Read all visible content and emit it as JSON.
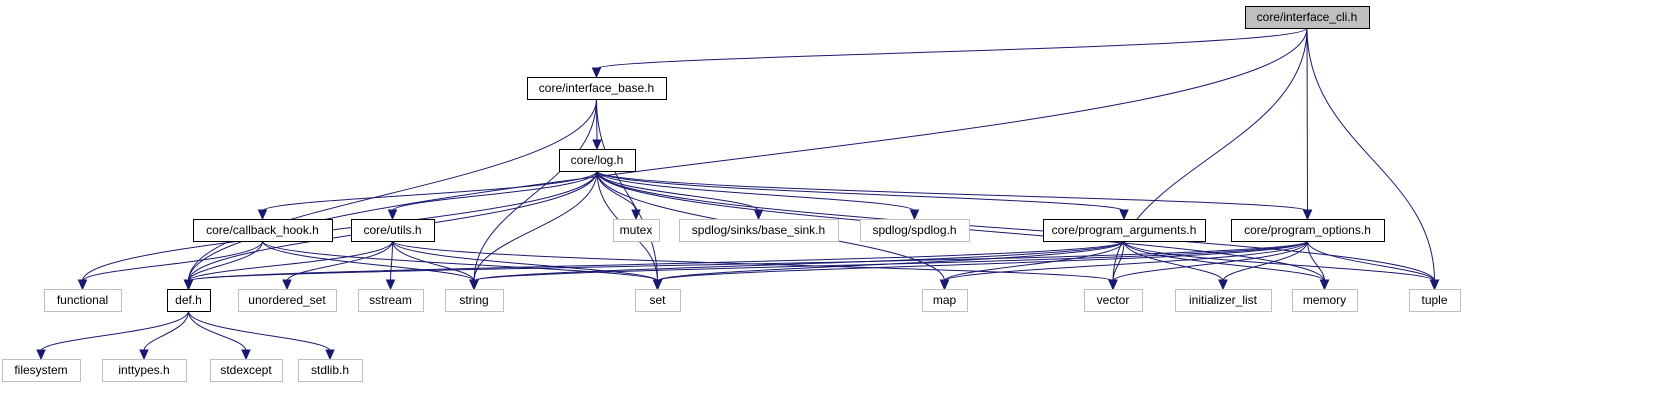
{
  "graph": {
    "nodes": [
      {
        "id": "interface_cli",
        "label": "core/interface_cli.h",
        "style": "root",
        "interactable": false
      },
      {
        "id": "interface_base",
        "label": "core/interface_base.h",
        "style": "local",
        "interactable": true
      },
      {
        "id": "log",
        "label": "core/log.h",
        "style": "local",
        "interactable": true
      },
      {
        "id": "callback_hook",
        "label": "core/callback_hook.h",
        "style": "local",
        "interactable": true
      },
      {
        "id": "utils",
        "label": "core/utils.h",
        "style": "local",
        "interactable": true
      },
      {
        "id": "mutex",
        "label": "mutex",
        "style": "external",
        "interactable": false
      },
      {
        "id": "base_sink",
        "label": "spdlog/sinks/base_sink.h",
        "style": "external",
        "interactable": false
      },
      {
        "id": "spdlog",
        "label": "spdlog/spdlog.h",
        "style": "external",
        "interactable": false
      },
      {
        "id": "program_arguments",
        "label": "core/program_arguments.h",
        "style": "local",
        "interactable": true
      },
      {
        "id": "program_options",
        "label": "core/program_options.h",
        "style": "local",
        "interactable": true
      },
      {
        "id": "functional",
        "label": "functional",
        "style": "external",
        "interactable": false
      },
      {
        "id": "def",
        "label": "def.h",
        "style": "local",
        "interactable": true
      },
      {
        "id": "unordered_set",
        "label": "unordered_set",
        "style": "external",
        "interactable": false
      },
      {
        "id": "sstream",
        "label": "sstream",
        "style": "external",
        "interactable": false
      },
      {
        "id": "string",
        "label": "string",
        "style": "external",
        "interactable": false
      },
      {
        "id": "set",
        "label": "set",
        "style": "external",
        "interactable": false
      },
      {
        "id": "map",
        "label": "map",
        "style": "external",
        "interactable": false
      },
      {
        "id": "vector",
        "label": "vector",
        "style": "external",
        "interactable": false
      },
      {
        "id": "initializer_list",
        "label": "initializer_list",
        "style": "external",
        "interactable": false
      },
      {
        "id": "memory",
        "label": "memory",
        "style": "external",
        "interactable": false
      },
      {
        "id": "tuple",
        "label": "tuple",
        "style": "external",
        "interactable": false
      },
      {
        "id": "filesystem",
        "label": "filesystem",
        "style": "external",
        "interactable": false
      },
      {
        "id": "inttypes",
        "label": "inttypes.h",
        "style": "external",
        "interactable": false
      },
      {
        "id": "stdexcept",
        "label": "stdexcept",
        "style": "external",
        "interactable": false
      },
      {
        "id": "stdlib",
        "label": "stdlib.h",
        "style": "external",
        "interactable": false
      }
    ],
    "edges": [
      [
        "interface_cli",
        "interface_base"
      ],
      [
        "interface_cli",
        "def"
      ],
      [
        "interface_cli",
        "program_options"
      ],
      [
        "interface_cli",
        "vector"
      ],
      [
        "interface_cli",
        "tuple"
      ],
      [
        "interface_base",
        "log"
      ],
      [
        "interface_base",
        "def"
      ],
      [
        "interface_base",
        "string"
      ],
      [
        "interface_base",
        "set"
      ],
      [
        "log",
        "callback_hook"
      ],
      [
        "log",
        "utils"
      ],
      [
        "log",
        "mutex"
      ],
      [
        "log",
        "base_sink"
      ],
      [
        "log",
        "spdlog"
      ],
      [
        "log",
        "program_arguments"
      ],
      [
        "log",
        "program_options"
      ],
      [
        "log",
        "functional"
      ],
      [
        "log",
        "def"
      ],
      [
        "log",
        "string"
      ],
      [
        "log",
        "set"
      ],
      [
        "log",
        "map"
      ],
      [
        "log",
        "memory"
      ],
      [
        "log",
        "tuple"
      ],
      [
        "callback_hook",
        "functional"
      ],
      [
        "callback_hook",
        "def"
      ],
      [
        "callback_hook",
        "string"
      ],
      [
        "callback_hook",
        "set"
      ],
      [
        "utils",
        "def"
      ],
      [
        "utils",
        "unordered_set"
      ],
      [
        "utils",
        "sstream"
      ],
      [
        "utils",
        "string"
      ],
      [
        "utils",
        "set"
      ],
      [
        "utils",
        "vector"
      ],
      [
        "program_arguments",
        "def"
      ],
      [
        "program_arguments",
        "string"
      ],
      [
        "program_arguments",
        "set"
      ],
      [
        "program_arguments",
        "map"
      ],
      [
        "program_arguments",
        "vector"
      ],
      [
        "program_arguments",
        "initializer_list"
      ],
      [
        "program_arguments",
        "memory"
      ],
      [
        "program_arguments",
        "tuple"
      ],
      [
        "program_options",
        "def"
      ],
      [
        "program_options",
        "string"
      ],
      [
        "program_options",
        "set"
      ],
      [
        "program_options",
        "map"
      ],
      [
        "program_options",
        "vector"
      ],
      [
        "program_options",
        "initializer_list"
      ],
      [
        "program_options",
        "memory"
      ],
      [
        "program_options",
        "tuple"
      ],
      [
        "def",
        "filesystem"
      ],
      [
        "def",
        "inttypes"
      ],
      [
        "def",
        "stdexcept"
      ],
      [
        "def",
        "stdlib"
      ]
    ]
  },
  "colors": {
    "edge": "#191970",
    "root_fill": "#bfbfbf",
    "local_border": "#000000",
    "external_border": "#bfbfbf",
    "node_fill": "#ffffff"
  }
}
